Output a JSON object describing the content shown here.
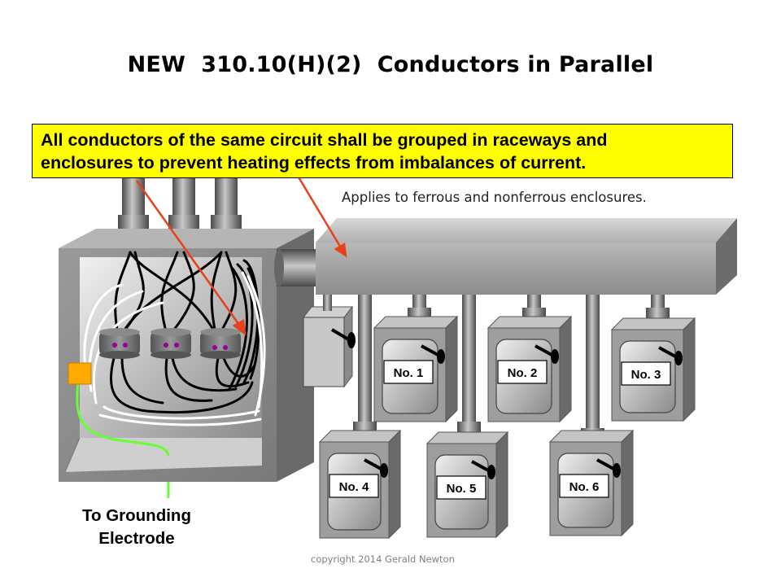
{
  "title": "NEW  310.10(H)(2)  Conductors in Parallel",
  "callout": {
    "line1": "All conductors of the same circuit shall be grouped  in raceways and",
    "line2": "enclosures to prevent heating effects from imbalances of current."
  },
  "note": "Applies to ferrous and nonferrous enclosures.",
  "grounding": {
    "line1": "To Grounding",
    "line2": "Electrode"
  },
  "enclosures": [
    "No. 1",
    "No. 2",
    "No. 3",
    "No. 4",
    "No. 5",
    "No. 6"
  ],
  "copyright": "copyright 2014 Gerald Newton",
  "colors": {
    "callout_fill": "#ffff00",
    "arrow": "#e8401c",
    "ground_wire": "#66ff33",
    "ground_block": "#ffaa00",
    "ct_dots": "#990099"
  }
}
